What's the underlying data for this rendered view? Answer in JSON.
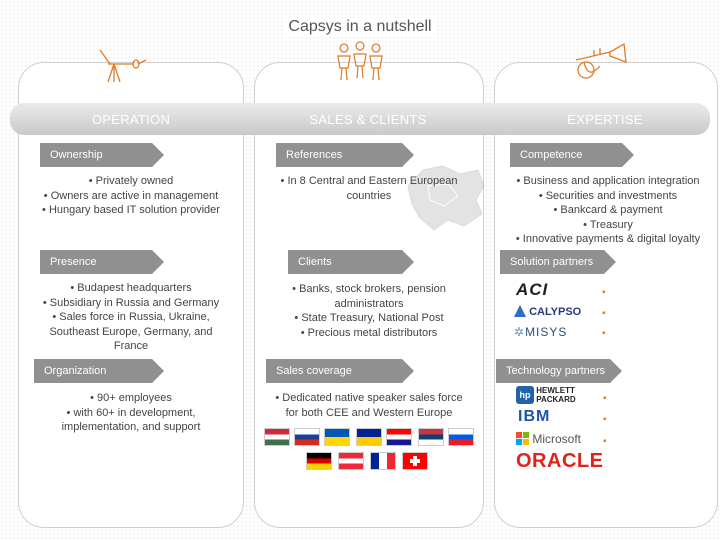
{
  "title": "Capsys in a nutshell",
  "columns": [
    {
      "header": "OPERATION",
      "sections": [
        {
          "label": "Ownership",
          "lines": [
            "• Privately owned",
            "• Owners are active in management",
            "• Hungary based  IT solution provider"
          ]
        },
        {
          "label": "Presence",
          "lines": [
            "• Budapest headquarters",
            "• Subsidiary in Russia and Germany",
            "• Sales force in Russia, Ukraine,",
            "Southeast Europe, Germany, and",
            "France"
          ]
        },
        {
          "label": "Organization",
          "lines": [
            "• 90+ employees",
            "• with 60+ in development,",
            "implementation, and support"
          ]
        }
      ]
    },
    {
      "header": "SALES & CLIENTS",
      "sections": [
        {
          "label": "References",
          "lines": [
            "• In 8 Central and Eastern European",
            "countries"
          ]
        },
        {
          "label": "Clients",
          "lines": [
            "• Banks, stock brokers, pension",
            "administrators",
            "• State Treasury, National Post",
            "• Precious metal distributors"
          ]
        },
        {
          "label": "Sales coverage",
          "lines": [
            "• Dedicated native speaker sales force",
            "for both CEE and Western Europe"
          ]
        }
      ]
    },
    {
      "header": "EXPERTISE",
      "sections": [
        {
          "label": "Competence",
          "lines": [
            "• Business and application integration",
            "• Securities and investments",
            "• Bankcard & payment",
            "• Treasury",
            "• Innovative payments & digital loyalty"
          ]
        },
        {
          "label": "Solution partners",
          "lines": []
        },
        {
          "label": "Technology partners",
          "lines": []
        }
      ]
    }
  ],
  "solution_partners": [
    "ACI",
    "CALYPSO",
    "MISYS"
  ],
  "technology_partners": [
    "HEWLETT PACKARD",
    "IBM",
    "Microsoft",
    "ORACLE"
  ],
  "bullet_char": "▪",
  "colors": {
    "accent": "#e07b28",
    "arrow": "#909090",
    "band": "#d4d4d4"
  },
  "icons": [
    "telescope-icon",
    "team-icon",
    "trumpet-icon"
  ],
  "flags": [
    {
      "id": "hungary",
      "colors": [
        "#cd2a3e",
        "#ffffff",
        "#436f4d"
      ],
      "dir": "h"
    },
    {
      "id": "russia",
      "colors": [
        "#ffffff",
        "#1c3f94",
        "#d52b1e"
      ],
      "dir": "h"
    },
    {
      "id": "ukraine",
      "colors": [
        "#0057b7",
        "#ffd700"
      ],
      "dir": "h"
    },
    {
      "id": "bosnia",
      "colors": [
        "#002395",
        "#fecb00"
      ],
      "dir": "h"
    },
    {
      "id": "croatia",
      "colors": [
        "#ff0000",
        "#ffffff",
        "#171796"
      ],
      "dir": "h"
    },
    {
      "id": "serbia",
      "colors": [
        "#c6363c",
        "#0c4076",
        "#ffffff"
      ],
      "dir": "h"
    },
    {
      "id": "slovenia",
      "colors": [
        "#ffffff",
        "#005ce5",
        "#ed1c24"
      ],
      "dir": "h"
    },
    {
      "id": "germany",
      "colors": [
        "#000000",
        "#dd0000",
        "#ffce00"
      ],
      "dir": "h"
    },
    {
      "id": "austria",
      "colors": [
        "#ed2939",
        "#ffffff",
        "#ed2939"
      ],
      "dir": "h"
    },
    {
      "id": "france",
      "colors": [
        "#002395",
        "#ffffff",
        "#ed2939"
      ],
      "dir": "v"
    },
    {
      "id": "switzerland",
      "colors": [
        "#ff0000"
      ],
      "dir": "h"
    }
  ]
}
